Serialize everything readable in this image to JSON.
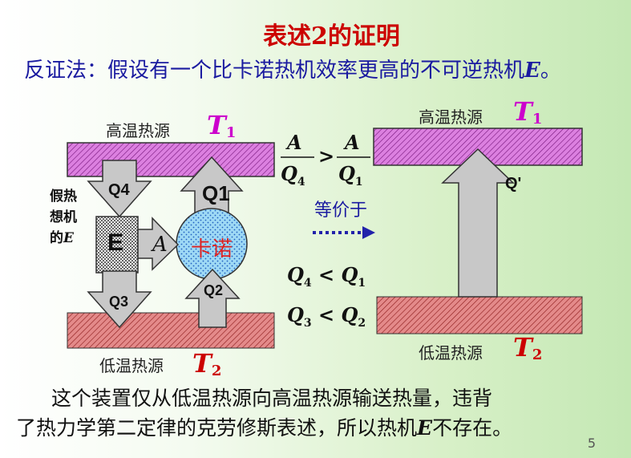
{
  "title": "表述2的证明",
  "intro": {
    "text_before": "反证法：假设有一个比卡诺热机效率更高的不可逆热机",
    "engine_symbol": "E",
    "text_after": "。"
  },
  "left": {
    "hot_label": "高温热源",
    "cold_label": "低温热源",
    "t1": "T",
    "t1_sub": "1",
    "t2": "T",
    "t2_sub": "2",
    "side_line1": "假热",
    "side_line2": "想机",
    "side_line3_prefix": "的",
    "side_line3_symbol": "E",
    "engine_box_label": "E",
    "work_label": "A",
    "q4_label": "Q4",
    "q3_label": "Q3",
    "q1_label": "Q1",
    "q2_label": "Q2",
    "carnot_label": "卡诺"
  },
  "middle": {
    "frac_left_num": "A",
    "frac_left_den": "Q",
    "frac_left_den_sub": "4",
    "gt": ">",
    "frac_right_num": "A",
    "frac_right_den": "Q",
    "frac_right_den_sub": "1",
    "equiv_label": "等价于",
    "ineq1_a": "Q",
    "ineq1_a_sub": "4",
    "ineq1_op": "<",
    "ineq1_b": "Q",
    "ineq1_b_sub": "1",
    "ineq2_a": "Q",
    "ineq2_a_sub": "3",
    "ineq2_op": "<",
    "ineq2_b": "Q",
    "ineq2_b_sub": "2"
  },
  "right": {
    "hot_label": "高温热源",
    "cold_label": "低温热源",
    "t1": "T",
    "t1_sub": "1",
    "t2": "T",
    "t2_sub": "2",
    "q_label": "Q'"
  },
  "conclusion": {
    "line1": "这个装置仅从低温热源向高温热源输送热量，违背",
    "line2_before": "了热力学第二定律的克劳修斯表述，所以热机",
    "engine_symbol": "E",
    "line2_after": "不存在。"
  },
  "page_number": "5",
  "colors": {
    "title": "#cc0000",
    "intro_text": "#1a1aa0",
    "hot_reservoir": "#d070d8",
    "cold_reservoir": "#d86a6a",
    "t1_color": "#cc00cc",
    "t2_color": "#cc0000",
    "arrow_fill": "#c8c8c8",
    "carnot_fill": "#8fd4f0"
  }
}
